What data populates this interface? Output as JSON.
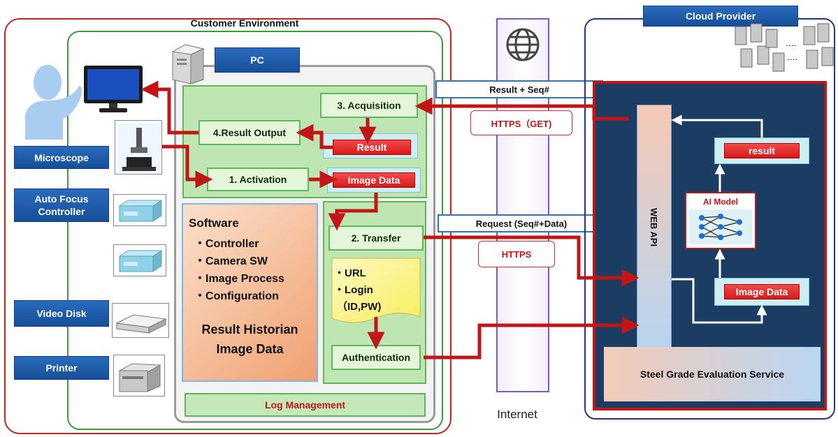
{
  "customer_env": {
    "title": "Customer Environment"
  },
  "pc": {
    "label": "PC"
  },
  "cloud": {
    "title": "Cloud Provider"
  },
  "internet": {
    "label": "Internet"
  },
  "devices": {
    "microscope": "Microscope",
    "autofocus": "Auto Focus\nController",
    "video_disk": "Video Disk",
    "printer": "Printer"
  },
  "steps": {
    "acquisition": "3. Acquisition",
    "result_output": "4.Result Output",
    "activation": "1. Activation",
    "transfer": "2. Transfer",
    "authentication": "Authentication"
  },
  "data_items": {
    "result": "Result",
    "image_data": "Image Data",
    "cloud_result": "result",
    "cloud_image_data": "Image Data",
    "ai_model": "AI Model"
  },
  "software": {
    "title": "Software",
    "items": [
      "・Controller",
      "・Camera SW",
      "・Image Process",
      "・Configuration"
    ],
    "historian_line1": "Result Historian",
    "historian_line2": "Image Data"
  },
  "credentials": {
    "line1": "・URL",
    "line2": "・Login",
    "line3": "（ID,PW)"
  },
  "log_management": "Log Management",
  "protocol": {
    "https_get": "HTTPS（GET)",
    "https": "HTTPS",
    "result_seq": "Result + Seq#",
    "request": "Request (Seq#+Data)"
  },
  "cloud_service": {
    "web_api": "WEB API",
    "steel_grade": "Steel Grade Evaluation Service"
  },
  "colors": {
    "accent_blue": "#1a5aa8",
    "accent_red": "#c21515",
    "accent_green": "#5cb85c",
    "cloud_bg": "#1b3d63"
  }
}
